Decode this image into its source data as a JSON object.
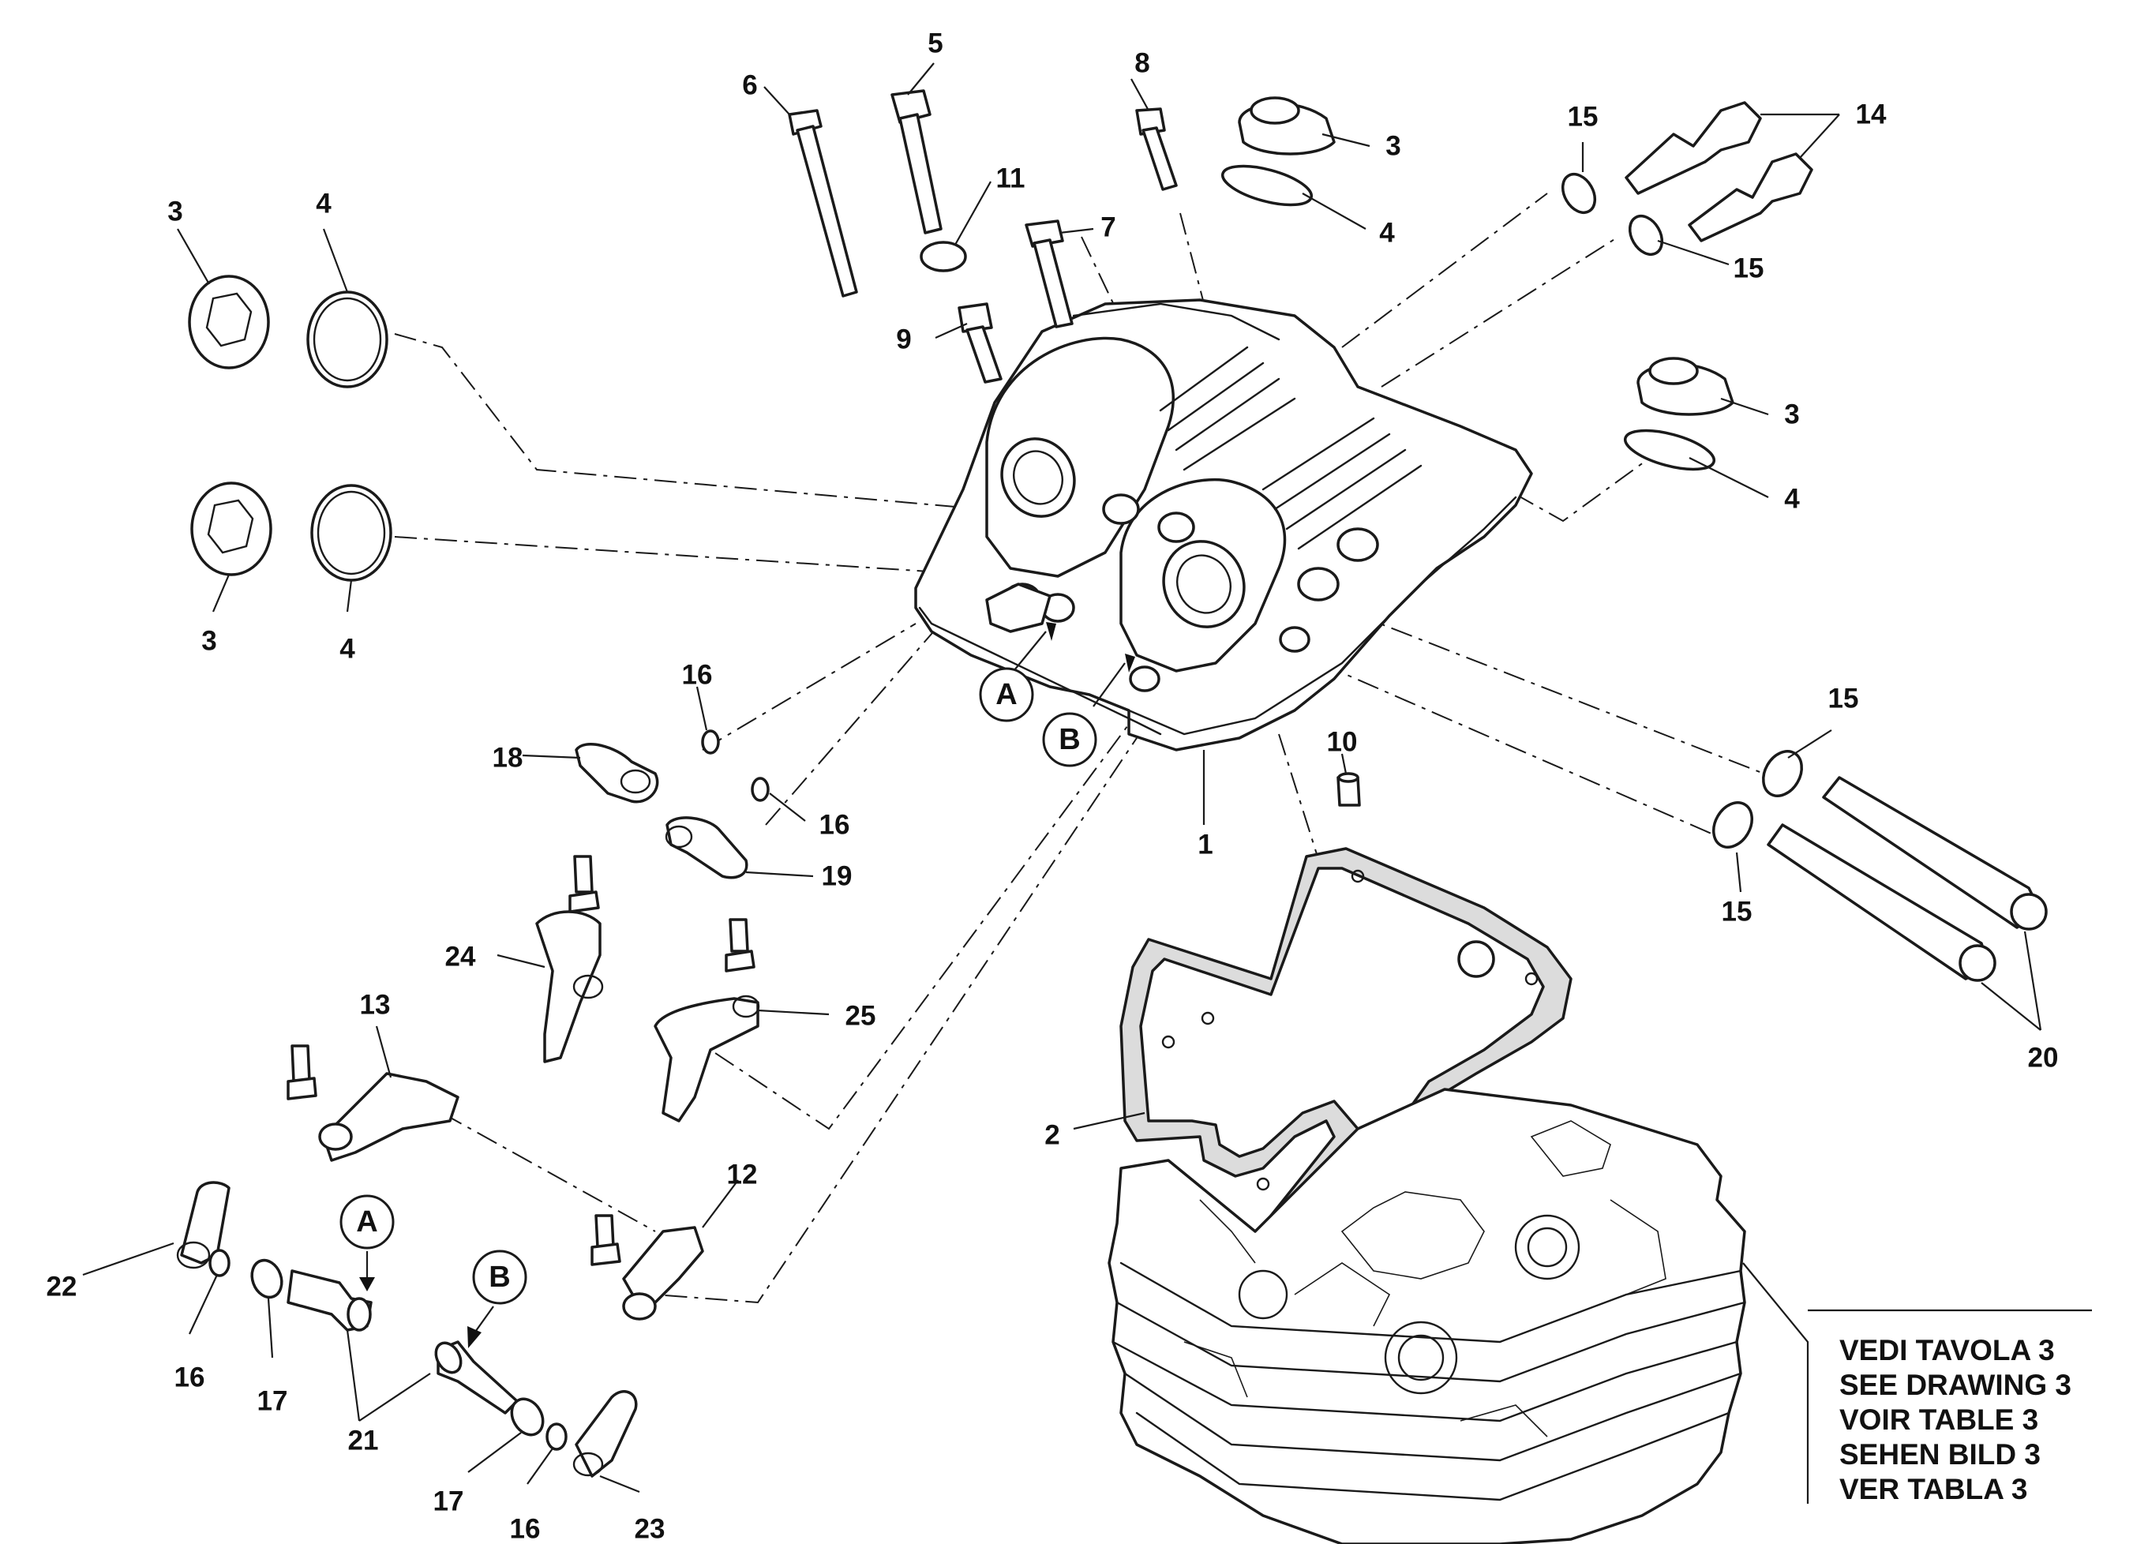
{
  "callouts": {
    "c1": "1",
    "c2": "2",
    "c3a": "3",
    "c3b": "3",
    "c3c": "3",
    "c3d": "3",
    "c4a": "4",
    "c4b": "4",
    "c4c": "4",
    "c4d": "4",
    "c5": "5",
    "c6": "6",
    "c7": "7",
    "c8": "8",
    "c9": "9",
    "c10": "10",
    "c11": "11",
    "c12": "12",
    "c13": "13",
    "c14": "14",
    "c15a": "15",
    "c15b": "15",
    "c15c": "15",
    "c15d": "15",
    "c16a": "16",
    "c16b": "16",
    "c16c": "16",
    "c16d": "16",
    "c17a": "17",
    "c17b": "17",
    "c18": "18",
    "c19": "19",
    "c20": "20",
    "c21": "21",
    "c22": "22",
    "c23": "23",
    "c24": "24",
    "c25": "25"
  },
  "refs": {
    "refA1": "A",
    "refB1": "B",
    "refA2": "A",
    "refB2": "B"
  },
  "note": {
    "line1": "VEDI TAVOLA 3",
    "line2": "SEE DRAWING 3",
    "line3": "VOIR TABLE 3",
    "line4": "SEHEN BILD 3",
    "line5": "VER TABLA 3"
  }
}
